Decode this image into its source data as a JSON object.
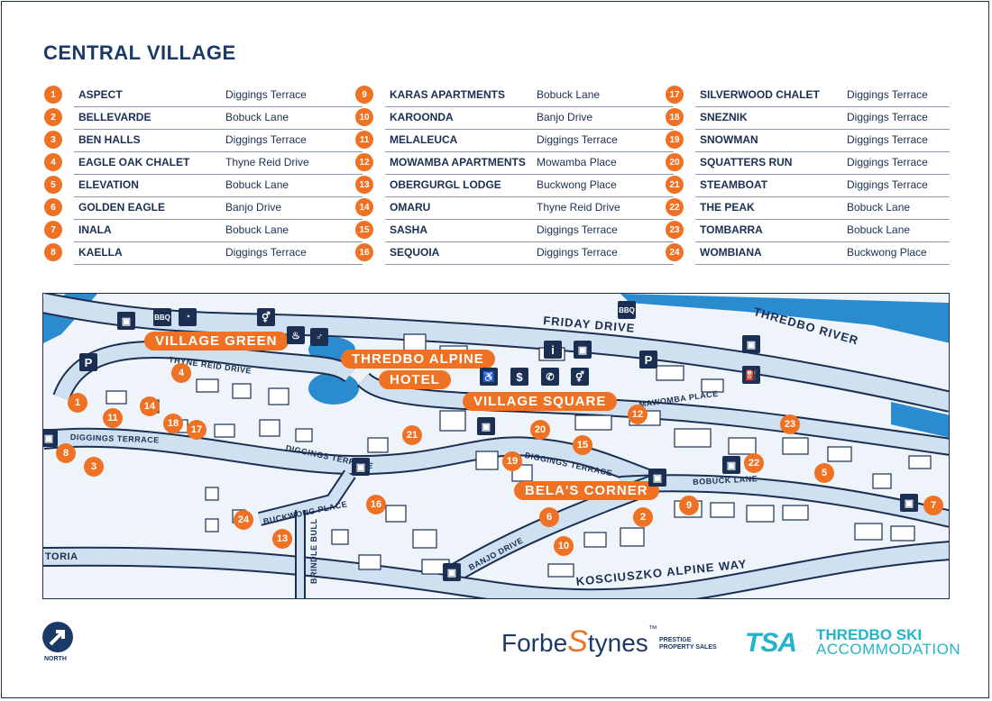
{
  "title": "CENTRAL VILLAGE",
  "listings": [
    [
      {
        "n": "1",
        "name": "ASPECT",
        "street": "Diggings Terrace"
      },
      {
        "n": "2",
        "name": "BELLEVARDE",
        "street": "Bobuck Lane"
      },
      {
        "n": "3",
        "name": "BEN HALLS",
        "street": "Diggings Terrace"
      },
      {
        "n": "4",
        "name": "EAGLE OAK CHALET",
        "street": "Thyne Reid Drive"
      },
      {
        "n": "5",
        "name": "ELEVATION",
        "street": "Bobuck Lane"
      },
      {
        "n": "6",
        "name": "GOLDEN EAGLE",
        "street": "Banjo Drive"
      },
      {
        "n": "7",
        "name": "INALA",
        "street": "Bobuck Lane"
      },
      {
        "n": "8",
        "name": "KAELLA",
        "street": "Diggings Terrace"
      }
    ],
    [
      {
        "n": "9",
        "name": "KARAS APARTMENTS",
        "street": "Bobuck Lane"
      },
      {
        "n": "10",
        "name": "KAROONDA",
        "street": "Banjo Drive"
      },
      {
        "n": "11",
        "name": "MELALEUCA",
        "street": "Diggings Terrace"
      },
      {
        "n": "12",
        "name": "MOWAMBA APARTMENTS",
        "street": "Mowamba Place"
      },
      {
        "n": "13",
        "name": "OBERGURGL LODGE",
        "street": "Buckwong Place"
      },
      {
        "n": "14",
        "name": "OMARU",
        "street": "Thyne Reid Drive"
      },
      {
        "n": "15",
        "name": "SASHA",
        "street": "Diggings Terrace"
      },
      {
        "n": "16",
        "name": "SEQUOIA",
        "street": "Diggings Terrace"
      }
    ],
    [
      {
        "n": "17",
        "name": "SILVERWOOD CHALET",
        "street": "Diggings Terrace"
      },
      {
        "n": "18",
        "name": "SNEZNIK",
        "street": "Diggings Terrace"
      },
      {
        "n": "19",
        "name": "SNOWMAN",
        "street": "Diggings Terrace"
      },
      {
        "n": "20",
        "name": "SQUATTERS RUN",
        "street": "Diggings Terrace"
      },
      {
        "n": "21",
        "name": "STEAMBOAT",
        "street": "Diggings Terrace"
      },
      {
        "n": "22",
        "name": "THE PEAK",
        "street": "Bobuck Lane"
      },
      {
        "n": "23",
        "name": "TOMBARRA",
        "street": "Bobuck Lane"
      },
      {
        "n": "24",
        "name": "WOMBIANA",
        "street": "Buckwong Place"
      }
    ]
  ],
  "map": {
    "area_labels": {
      "village_green": "VILLAGE GREEN",
      "thredbo_alpine": "THREDBO ALPINE",
      "hotel": "HOTEL",
      "village_square": "VILLAGE SQUARE",
      "belas_corner": "BELA'S CORNER"
    },
    "roads": {
      "friday_drive": "FRIDAY DRIVE",
      "thredbo_river": "THREDBO RIVER",
      "thyne_reid": "THYNE REID DRIVE",
      "diggings_1": "DIGGINGS TERRACE",
      "diggings_2": "DIGGINGS TERRACE",
      "diggings_3": "DIGGINGS TERRACE",
      "mowamba": "MAWOMBA PLACE",
      "bobuck": "BOBUCK LANE",
      "buckwong": "BUCKWONG PLACE",
      "brindle": "BRINDLE BULL",
      "banjo": "BANJO DRIVE",
      "kosciuszko": "KOSCIUSZKO ALPINE WAY",
      "toria": "TORIA"
    },
    "icons": {
      "bbq": "BBQ",
      "parking": "P",
      "info": "i",
      "money": "$",
      "bus": "bus-icon",
      "toilets": "toilets-icon",
      "phone": "phone-icon",
      "disabled": "accessible-icon",
      "fuel": "fuel-icon"
    },
    "pins": [
      "1",
      "2",
      "3",
      "4",
      "5",
      "6",
      "7",
      "8",
      "9",
      "10",
      "11",
      "12",
      "13",
      "14",
      "15",
      "16",
      "17",
      "18",
      "19",
      "20",
      "21",
      "22",
      "23",
      "24"
    ]
  },
  "footer": {
    "north": "NORTH",
    "forbes_a": "Forbe",
    "forbes_s": "S",
    "forbes_b": "tynes",
    "forbes_tm": "™",
    "forbes_sub1": "PRESTIGE",
    "forbes_sub2": "PROPERTY SALES",
    "tsa_logo": "TSA",
    "tsa_name1": "THREDBO SKI",
    "tsa_name2": "ACCOMMODATION"
  },
  "colors": {
    "navy": "#1b2f52",
    "orange": "#ee7124",
    "river": "#2a8ccf",
    "road": "#cfe0f0",
    "teal": "#22b5c9"
  }
}
